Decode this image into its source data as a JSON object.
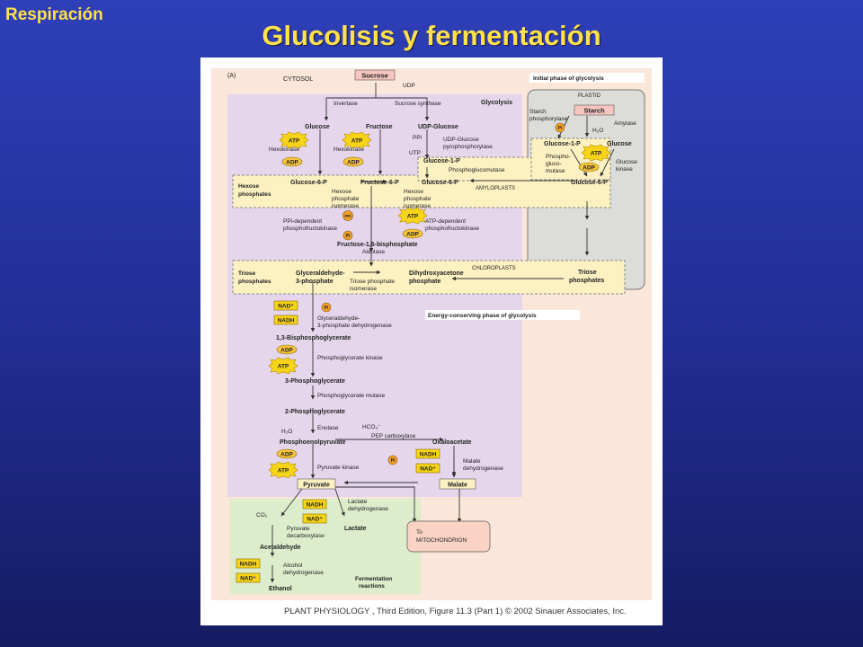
{
  "slide": {
    "corner_title": "Respiración",
    "title": "Glucolisis y fermentación"
  },
  "figure": {
    "panel": "(A)",
    "cytosol": "CYTOSOL",
    "glycolysis": "Glycolysis",
    "initial_phase": "Initial phase of glycolysis",
    "plastid": "PLASTID",
    "amyloplasts": "AMYLOPLASTS",
    "chloroplasts": "CHLOROPLASTS",
    "energy_phase": "Energy-conserving phase of glycolysis",
    "fermentation": [
      "Fermentation",
      "reactions"
    ],
    "hexose_phosphates": [
      "Hexose",
      "phosphates"
    ],
    "triose_phosphates": [
      "Triose",
      "phosphates"
    ],
    "credit": "PLANT PHYSIOLOGY , Third Edition, Figure 11.3 (Part 1)  © 2002 Sinauer Associates, Inc.",
    "metabolites": {
      "sucrose": "Sucrose",
      "udp": "UDP",
      "glucose": "Glucose",
      "fructose": "Fructose",
      "udp_glucose": "UDP-Glucose",
      "ppi": "PPi",
      "utp": "UTP",
      "glucose_1p": "Glucose-1-P",
      "glucose_6p": "Glucose-6-P",
      "fructose_6p": "Fructose-6-P",
      "fructose_16bp": "Fructose-1,6-bisphosphate",
      "gap": [
        "Glyceraldehyde-",
        "3-phosphate"
      ],
      "dhap": [
        "Dihydroxyacetone",
        "phosphate"
      ],
      "bpg13": "1,3-Bisphosphoglycerate",
      "pg3": "3-Phosphoglycerate",
      "pg2": "2-Phosphoglycerate",
      "h2o": "H₂O",
      "pep": "Phosphoenolpyruvate",
      "hco3": "HCO₃⁻",
      "oxaloacetate": "Oxaloacetate",
      "pyruvate": "Pyruvate",
      "malate": "Malate",
      "co2": "CO₂",
      "lactate": "Lactate",
      "acetaldehyde": "Acetaldehyde",
      "ethanol": "Ethanol",
      "starch": "Starch",
      "pi": "Pi"
    },
    "mitochondrion": [
      "To",
      "MITOCHONDRION"
    ],
    "cofactors": {
      "atp": "ATP",
      "adp": "ADP",
      "nad": "NAD⁺",
      "nadh": "NADH"
    },
    "enzymes": {
      "invertase": "Invertase",
      "sucrose_synthase": "Sucrose synthase",
      "hexokinase": "Hexokinase",
      "udpg_pp": [
        "UDP-Glucose",
        "pyrophosphorylase"
      ],
      "pgm": "Phosphoglucomutase",
      "hpi": [
        "Hexose",
        "phosphate",
        "isomerase"
      ],
      "ppi_pfk": [
        "PPi-dependent",
        "phosphofructokinase"
      ],
      "atp_pfk": [
        "ATP-dependent",
        "phosphofructokinase"
      ],
      "aldolase": "Aldolase",
      "tpi": [
        "Triose phosphate",
        "isomerase"
      ],
      "gapdh": [
        "Glyceraldehyde-",
        "3-phosphate dehydrogenase"
      ],
      "pgk": "Phosphoglycerate kinase",
      "pgmut": "Phosphoglycerate mutase",
      "enolase": "Enolase",
      "pepc": "PEP carboxylase",
      "pk": "Pyruvate kinase",
      "mdh": [
        "Malate",
        "dehydrogenase"
      ],
      "ldh": [
        "Lactate",
        "dehydrogenase"
      ],
      "pdc": [
        "Pyruvate",
        "decarboxylase"
      ],
      "adh": [
        "Alcohol",
        "dehydrogenase"
      ],
      "starch_phosphorylase": [
        "Starch",
        "phosphorylase"
      ],
      "amylase": "Amylase",
      "plastid_pgm": [
        "Phospho-",
        "gluco-",
        "mutase"
      ],
      "glucose_kinase": [
        "Glucose",
        "kinase"
      ]
    }
  }
}
